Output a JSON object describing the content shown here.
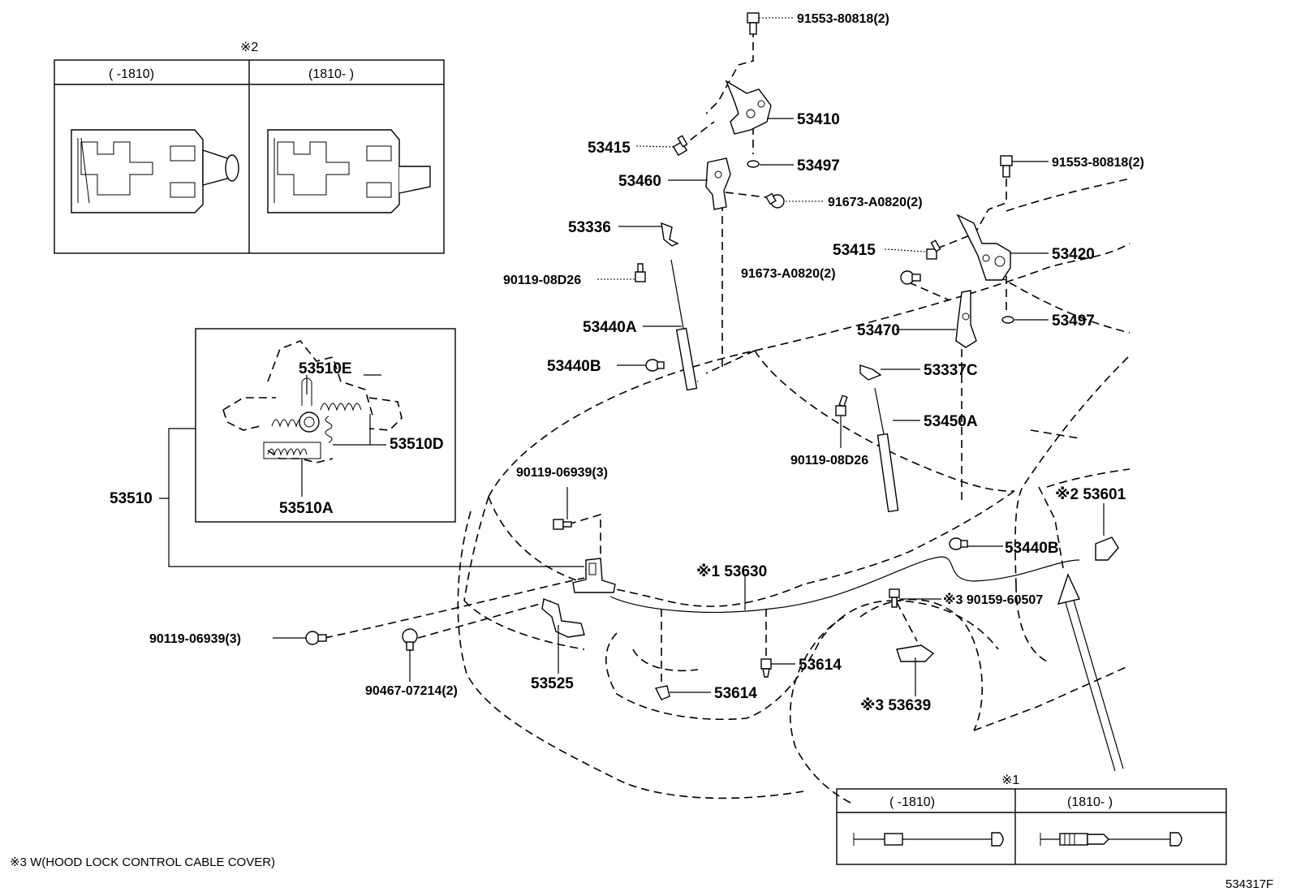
{
  "inset_note2": {
    "mark": "※2",
    "col_left": "(      -1810)",
    "col_right": "(1810-      )"
  },
  "inset_note1": {
    "mark": "※1",
    "col_left": "(      -1810)",
    "col_right": "(1810-      )"
  },
  "spring_inset": {
    "labels": [
      "53510E",
      "53510D",
      "53510A"
    ],
    "parent": "53510"
  },
  "parts": {
    "bolt_91553_top": "91553-80818(2)",
    "p53410": "53410",
    "p53415_l": "53415",
    "p53497_l": "53497",
    "p53460": "53460",
    "p91673_l": "91673-A0820(2)",
    "bolt_91553_right": "91553-80818(2)",
    "p53336": "53336",
    "p53415_r": "53415",
    "p53420": "53420",
    "p90119_08d26_l": "90119-08D26",
    "p91673_r": "91673-A0820(2)",
    "p53497_r": "53497",
    "p53440a": "53440A",
    "p53470": "53470",
    "p53440b_top": "53440B",
    "p53337c": "53337C",
    "p53450a": "53450A",
    "p90119_08d26_r": "90119-08D26",
    "p90119_06939_a": "90119-06939(3)",
    "p53601": "※2 53601",
    "p53440b_bot": "53440B",
    "p53630": "※1 53630",
    "p90159": "※3 90159-60507",
    "p90119_06939_b": "90119-06939(3)",
    "p53614_r": "53614",
    "p90467": "90467-07214(2)",
    "p53525": "53525",
    "p53614_l": "53614",
    "p53639": "※3 53639"
  },
  "footnote": "※3 W(HOOD LOCK CONTROL CABLE COVER)",
  "diagram_code": "534317F"
}
